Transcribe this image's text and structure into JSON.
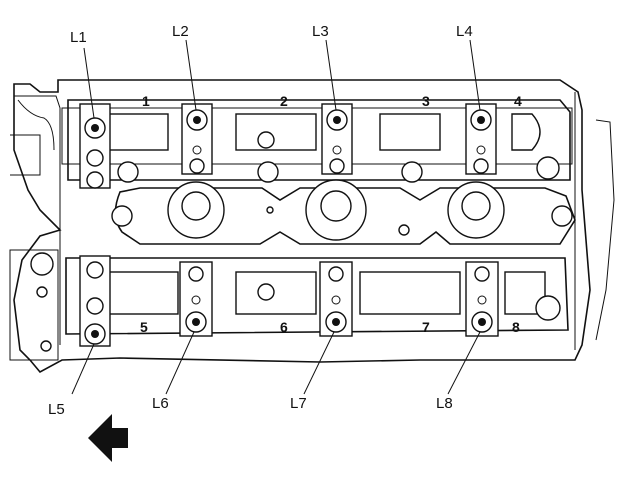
{
  "callouts": {
    "L1": "L1",
    "L2": "L2",
    "L3": "L3",
    "L4": "L4",
    "L5": "L5",
    "L6": "L6",
    "L7": "L7",
    "L8": "L8"
  },
  "bearing_numbers": {
    "n1": "1",
    "n2": "2",
    "n3": "3",
    "n4": "4",
    "n5": "5",
    "n6": "6",
    "n7": "7",
    "n8": "8"
  },
  "icons": {
    "front_arrow": "front-arrow-icon"
  },
  "colors": {
    "line": "#111111",
    "background": "#ffffff"
  }
}
